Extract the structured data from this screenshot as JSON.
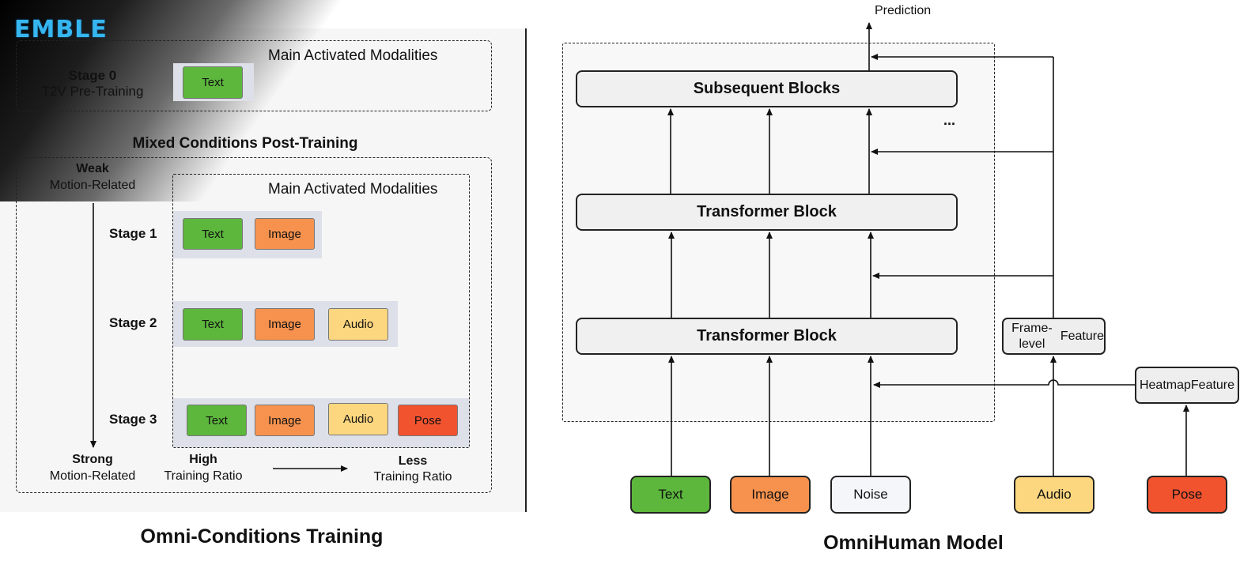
{
  "logo": {
    "text": "EMBLE"
  },
  "left": {
    "stage0": {
      "name": "Stage 0",
      "sub": "T2V Pre-Training",
      "panel_title": "Main Activated Modalities",
      "chips": [
        "Text"
      ]
    },
    "mixed_title": "Mixed Conditions Post-Training",
    "weak": {
      "title": "Weak",
      "sub": "Motion-Related"
    },
    "strong": {
      "title": "Strong",
      "sub": "Motion-Related"
    },
    "panel_title": "Main Activated Modalities",
    "stages": [
      {
        "label": "Stage 1",
        "chips": [
          "Text",
          "Image"
        ]
      },
      {
        "label": "Stage 2",
        "chips": [
          "Text",
          "Image",
          "Audio"
        ]
      },
      {
        "label": "Stage 3",
        "chips": [
          "Text",
          "Image",
          "Audio",
          "Pose"
        ]
      }
    ],
    "high": {
      "title": "High",
      "sub": "Training Ratio"
    },
    "less": {
      "title": "Less",
      "sub": "Training Ratio"
    },
    "caption": "Omni-Conditions Training"
  },
  "right": {
    "prediction": "Prediction",
    "blocks": [
      "Subsequent Blocks",
      "Transformer Block",
      "Transformer Block"
    ],
    "ellipsis": "...",
    "frame_feature": [
      "Frame-level",
      "Feature"
    ],
    "heatmap_feature": [
      "Heatmap",
      "Feature"
    ],
    "inputs": [
      "Text",
      "Image",
      "Noise",
      "Audio",
      "Pose"
    ],
    "caption": "OmniHuman Model"
  },
  "colors": {
    "text": "#5cb73c",
    "image": "#f7924e",
    "audio": "#fdd77f",
    "pose": "#f2532f",
    "noise": "#f5f6fa",
    "band": "#dde0e8",
    "block": "#f0f0f0"
  }
}
